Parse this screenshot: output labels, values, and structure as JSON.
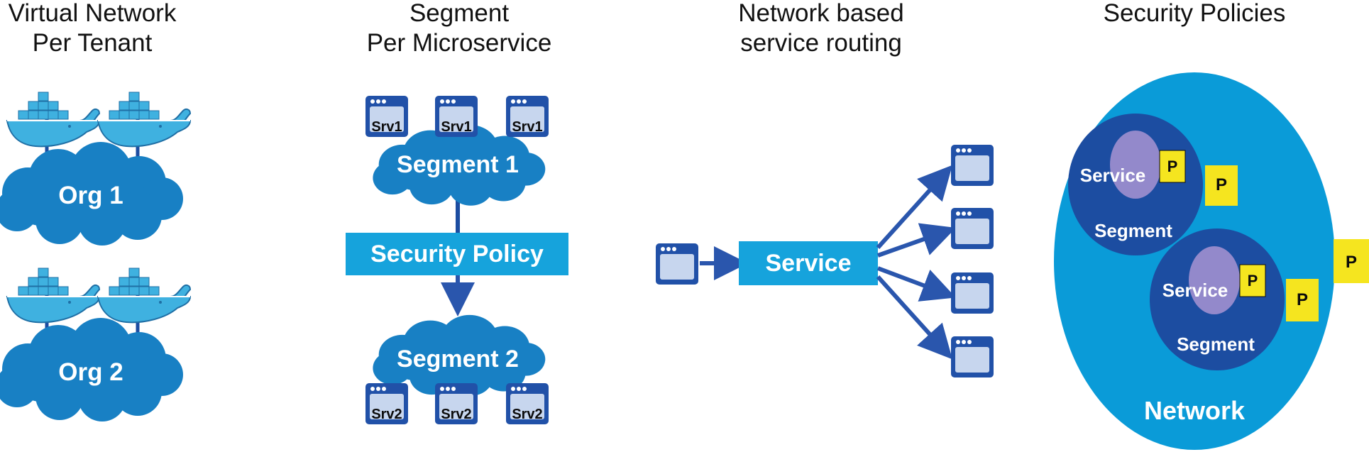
{
  "colors": {
    "cloud": "#1880c4",
    "policy_bar": "#16a3dc",
    "window_frame": "#2151a8",
    "window_pane": "#c7d6ee",
    "arrow": "#2a56ad",
    "network": "#0a9bd8",
    "segment": "#1c4da1",
    "service": "#9389cb",
    "policy_box": "#f5e51f",
    "container_whale": "#3fb1e0"
  },
  "sections": {
    "tenant": {
      "title_line1": "Virtual Network",
      "title_line2": "Per Tenant",
      "orgs": [
        "Org 1",
        "Org 2"
      ],
      "icon": "docker-whale-icon"
    },
    "microservice": {
      "title_line1": "Segment",
      "title_line2": "Per Microservice",
      "segment1": "Segment 1",
      "segment2": "Segment 2",
      "policy": "Security Policy",
      "srv1": [
        "Srv1",
        "Srv1",
        "Srv1"
      ],
      "srv2": [
        "Srv2",
        "Srv2",
        "Srv2"
      ]
    },
    "routing": {
      "title_line1": "Network based",
      "title_line2": "service routing",
      "service": "Service",
      "icon": "app-window-icon"
    },
    "policies": {
      "title": "Security Policies",
      "network": "Network",
      "segment_a": {
        "service": "Service",
        "segment": "Segment",
        "policy_inner": "P",
        "policy_outer": "P"
      },
      "segment_b": {
        "service": "Service",
        "segment": "Segment",
        "policy_inner": "P",
        "policy_outer": "P"
      },
      "network_policy": "P"
    }
  }
}
